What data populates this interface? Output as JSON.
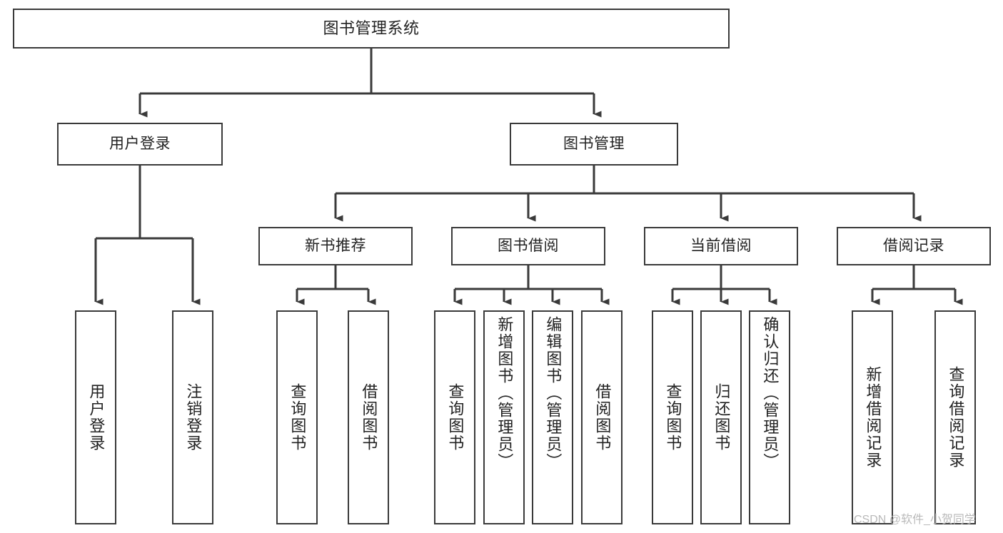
{
  "diagram": {
    "type": "tree-hierarchy-flowchart",
    "title": "图书管理系统",
    "watermark": "CSDN @软件_小贺同学",
    "colors": {
      "box_border": "#3a3a3a",
      "box_fill": "#ffffff",
      "line": "#3a3a3a",
      "text": "#222222",
      "watermark": "#b9b9b9",
      "background": "#ffffff"
    },
    "levels": [
      {
        "level": 0,
        "nodes": [
          {
            "id": "root",
            "label": "图书管理系统",
            "orientation": "horizontal"
          }
        ]
      },
      {
        "level": 1,
        "nodes": [
          {
            "id": "user-login",
            "label": "用户登录",
            "orientation": "horizontal",
            "parent": "root"
          },
          {
            "id": "book-mgmt",
            "label": "图书管理",
            "orientation": "horizontal",
            "parent": "root"
          }
        ]
      },
      {
        "level": 2,
        "nodes": [
          {
            "id": "new-book-rec",
            "label": "新书推荐",
            "orientation": "horizontal",
            "parent": "book-mgmt"
          },
          {
            "id": "book-borrow",
            "label": "图书借阅",
            "orientation": "horizontal",
            "parent": "book-mgmt"
          },
          {
            "id": "current-borrow",
            "label": "当前借阅",
            "orientation": "horizontal",
            "parent": "book-mgmt"
          },
          {
            "id": "borrow-record",
            "label": "借阅记录",
            "orientation": "horizontal",
            "parent": "book-mgmt"
          }
        ]
      },
      {
        "level": 3,
        "nodes": [
          {
            "id": "leaf-user-login",
            "label": "用户登录",
            "orientation": "vertical",
            "parent": "user-login"
          },
          {
            "id": "leaf-user-logout",
            "label": "注销登录",
            "orientation": "vertical",
            "parent": "user-login"
          },
          {
            "id": "leaf-query-book-1",
            "label": "查询图书",
            "orientation": "vertical",
            "parent": "new-book-rec"
          },
          {
            "id": "leaf-borrow-book-1",
            "label": "借阅图书",
            "orientation": "vertical",
            "parent": "new-book-rec"
          },
          {
            "id": "leaf-query-book-2",
            "label": "查询图书",
            "orientation": "vertical",
            "parent": "book-borrow"
          },
          {
            "id": "leaf-add-book",
            "label": "新增图书（管理员）",
            "orientation": "vertical",
            "parent": "book-borrow"
          },
          {
            "id": "leaf-edit-book",
            "label": "编辑图书（管理员）",
            "orientation": "vertical",
            "parent": "book-borrow"
          },
          {
            "id": "leaf-borrow-book-2",
            "label": "借阅图书",
            "orientation": "vertical",
            "parent": "book-borrow"
          },
          {
            "id": "leaf-query-book-3",
            "label": "查询图书",
            "orientation": "vertical",
            "parent": "current-borrow"
          },
          {
            "id": "leaf-return-book",
            "label": "归还图书",
            "orientation": "vertical",
            "parent": "current-borrow"
          },
          {
            "id": "leaf-confirm-return",
            "label": "确认归还（管理员）",
            "orientation": "vertical",
            "parent": "current-borrow"
          },
          {
            "id": "leaf-add-record",
            "label": "新增借阅记录",
            "orientation": "vertical",
            "parent": "borrow-record"
          },
          {
            "id": "leaf-query-record",
            "label": "查询借阅记录",
            "orientation": "vertical",
            "parent": "borrow-record"
          }
        ]
      }
    ],
    "labels": {
      "root": "图书管理系统",
      "user_login": "用户登录",
      "book_mgmt": "图书管理",
      "new_book_rec": "新书推荐",
      "book_borrow": "图书借阅",
      "current_borrow": "当前借阅",
      "borrow_record": "借阅记录",
      "leaf_user_login": "用户登录",
      "leaf_user_logout": "注销登录",
      "leaf_query_book_1": "查询图书",
      "leaf_borrow_book_1": "借阅图书",
      "leaf_query_book_2": "查询图书",
      "leaf_add_book": "新增图书（管理员）",
      "leaf_edit_book": "编辑图书（管理员）",
      "leaf_borrow_book_2": "借阅图书",
      "leaf_query_book_3": "查询图书",
      "leaf_return_book": "归还图书",
      "leaf_confirm_return": "确认归还（管理员）",
      "leaf_add_record": "新增借阅记录",
      "leaf_query_record": "查询借阅记录"
    }
  }
}
